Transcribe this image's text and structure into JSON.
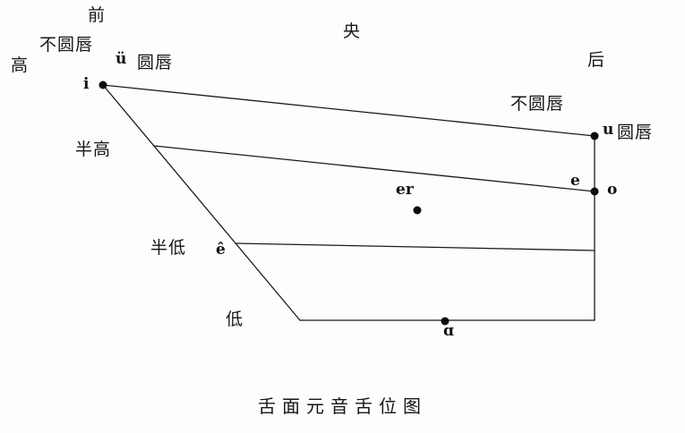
{
  "caption": "舌面元音舌位图",
  "axis_labels": {
    "front": "前",
    "central": "央",
    "back": "后",
    "high": "高",
    "half_high": "半高",
    "half_low": "半低",
    "low": "低"
  },
  "rounding_labels": {
    "front_unrounded": "不圆唇",
    "front_rounded": "圆唇",
    "back_unrounded": "不圆唇",
    "back_rounded": "圆唇"
  },
  "vowels": {
    "i": "i",
    "u_umlaut": "ü",
    "u": "u",
    "e": "e",
    "o": "o",
    "er": "er",
    "e_circumflex": "ê",
    "a": "ɑ"
  },
  "colors": {
    "line": "#1b1b1b",
    "dot": "#0d0d0d",
    "text": "#151515",
    "background": "#fdfdfb"
  }
}
